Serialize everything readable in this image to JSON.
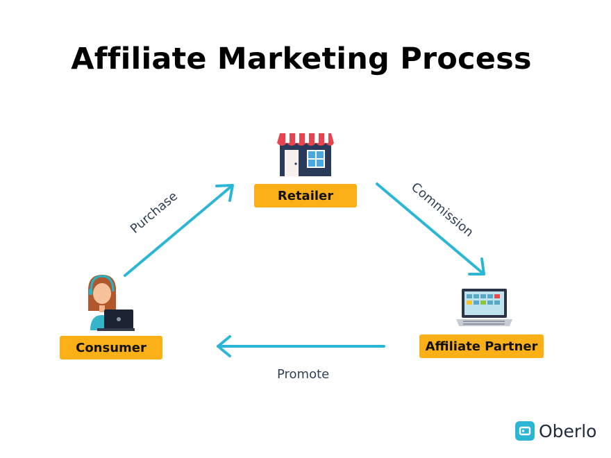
{
  "title": "Affiliate Marketing Process",
  "nodes": {
    "retailer": "Retailer",
    "consumer": "Consumer",
    "affiliate": "Affiliate Partner"
  },
  "edges": {
    "purchase": "Purchase",
    "commission": "Commission",
    "promote": "Promote"
  },
  "brand": "Oberlo",
  "colors": {
    "label_bg": "#FBB017",
    "arrow": "#2BB6D6",
    "edge_text": "#2F3F55",
    "brand_icon": "#2BB6D6"
  },
  "icons": [
    "store-icon",
    "consumer-with-laptop-icon",
    "laptop-icon",
    "oberlo-logo-icon"
  ]
}
